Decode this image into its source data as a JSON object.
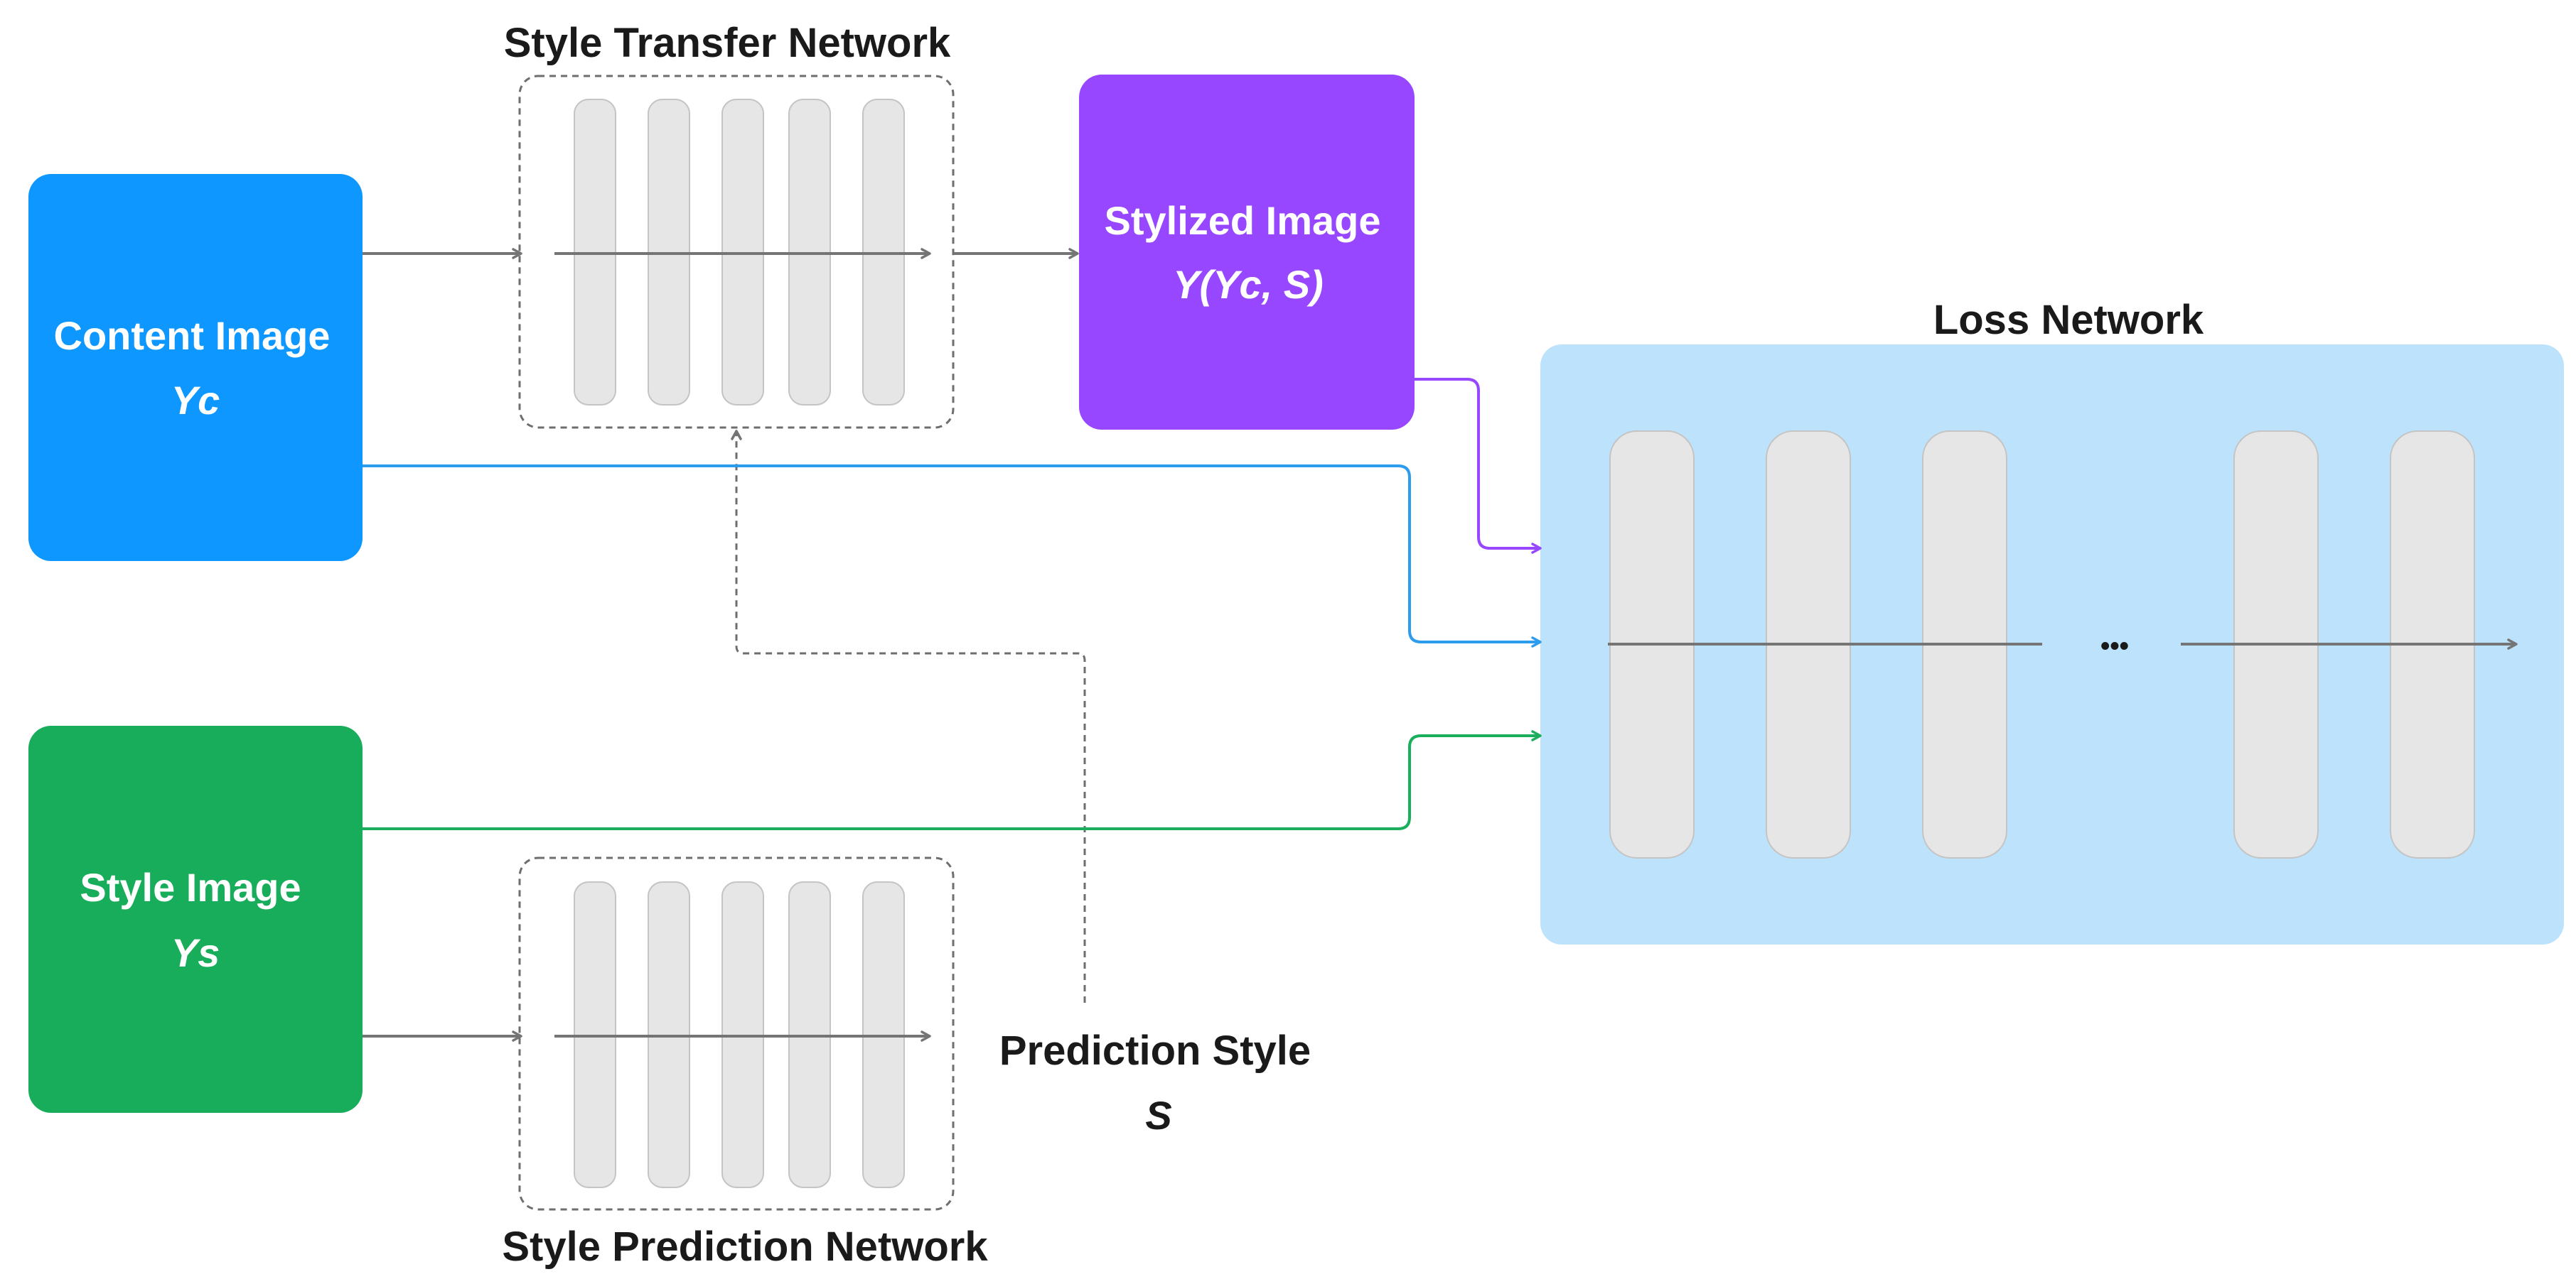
{
  "boxes": {
    "content": {
      "title": "Content Image",
      "sub": "Yc",
      "color": "#0d97ff"
    },
    "style": {
      "title": "Style Image",
      "sub": "Ys",
      "color": "#17ad5a"
    },
    "stylized": {
      "title": "Stylized Image",
      "sub": "Y(Yc, S)",
      "color": "#9747ff"
    }
  },
  "networks": {
    "transfer": {
      "title": "Style Transfer Network"
    },
    "prediction": {
      "title": "Style Prediction Network"
    },
    "loss": {
      "title": "Loss Network",
      "ellipsis": "•••",
      "color": "#bde2fb"
    }
  },
  "prediction_style": {
    "title": "Prediction Style",
    "sub": "S"
  },
  "colors": {
    "arrow_gray": "#757575",
    "content_line": "#2d9cee",
    "style_line": "#1aaf5c",
    "stylized_line": "#9747ff",
    "layer_fill": "#e6e6e6"
  }
}
